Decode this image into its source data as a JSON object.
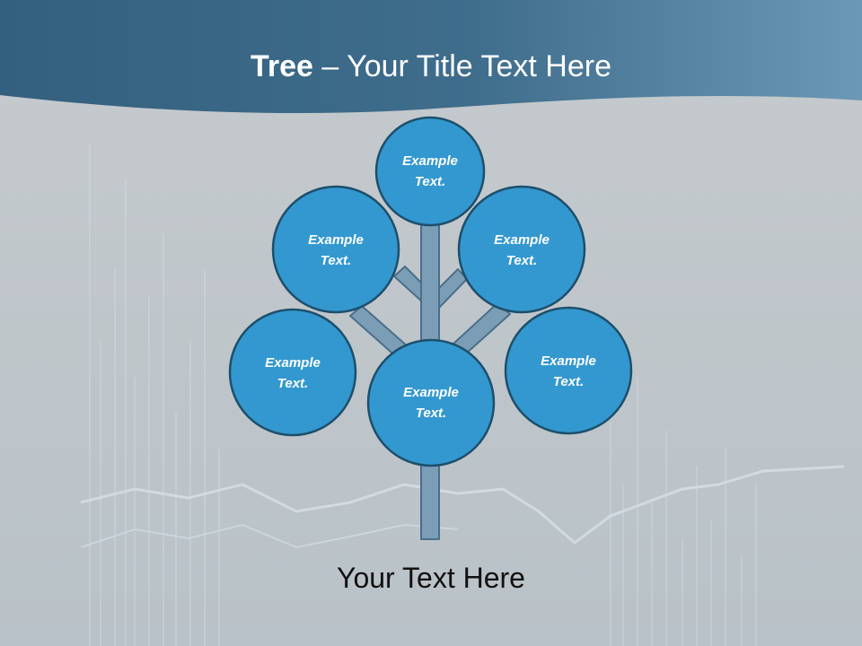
{
  "title": {
    "bold": "Tree",
    "dash": " – ",
    "rest": "Your Title Text Here"
  },
  "caption": "Your Text Here",
  "nodes": [
    {
      "line1": "Example",
      "line2": "Text."
    },
    {
      "line1": "Example",
      "line2": "Text."
    },
    {
      "line1": "Example",
      "line2": "Text."
    },
    {
      "line1": "Example",
      "line2": "Text."
    },
    {
      "line1": "Example",
      "line2": "Text."
    },
    {
      "line1": "Example",
      "line2": "Text."
    }
  ],
  "colors": {
    "header_dark": "#34607f",
    "header_light": "#6b98b4",
    "background": "#c3c8cb",
    "circle_fill": "#3398cf",
    "circle_stroke": "#1d4f6c",
    "branch_fill": "#7c9db6",
    "branch_stroke": "#4a6f8b"
  }
}
